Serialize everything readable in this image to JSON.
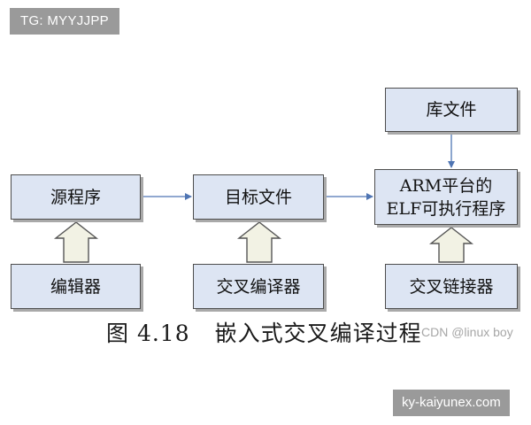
{
  "overlay": {
    "top_left_tag": "TG: MYYJJPP",
    "bottom_right_tag": "ky-kaiyunex.com",
    "watermark": "CDN @linux boy"
  },
  "diagram": {
    "boxes": {
      "source": "源程序",
      "target": "目标文件",
      "elf_line1": "ARM平台的",
      "elf_line2": "ELF可执行程序",
      "library": "库文件",
      "editor": "编辑器",
      "compiler": "交叉编译器",
      "linker": "交叉链接器"
    },
    "caption_number": "图 4.18",
    "caption_text": "嵌入式交叉编译过程"
  },
  "colors": {
    "box_fill": "#dde5f3",
    "box_border": "#4d4d4d",
    "box_shadow": "#a9a9a9",
    "arrow_line": "#4f75b3",
    "hollow_arrow_fill": "#f2f2e4",
    "hollow_arrow_stroke": "#555555"
  }
}
